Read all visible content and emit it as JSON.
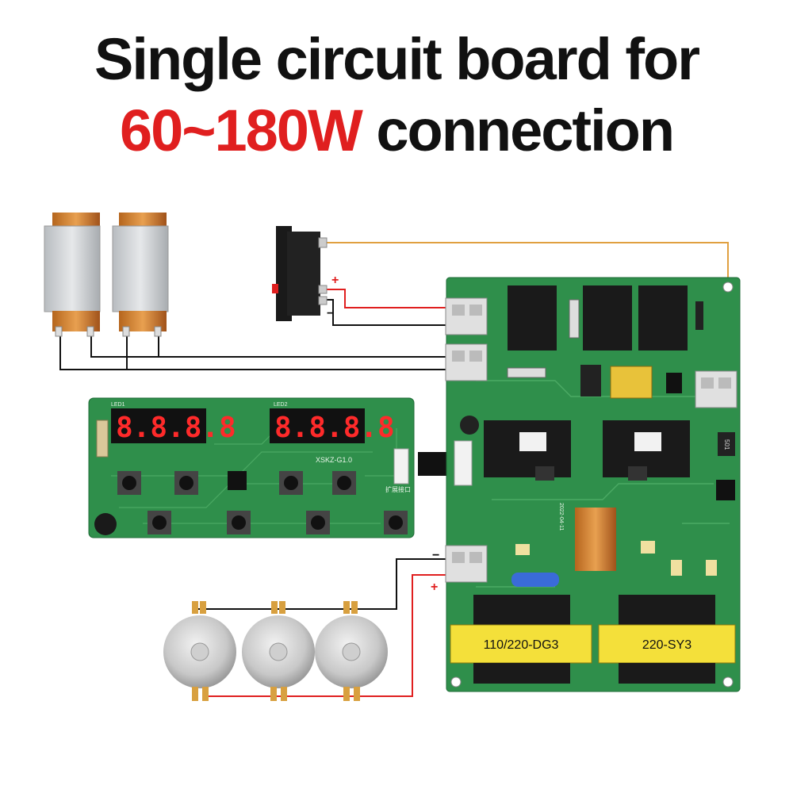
{
  "title": {
    "line1": "Single circuit board for",
    "line2_accent": "60~180W",
    "line2_rest": " connection"
  },
  "colors": {
    "accent": "#e01f1f",
    "pcb": "#2f8f4b",
    "wire_orange": "#e0a040",
    "wire_red": "#e01f1f",
    "wire_black": "#111111"
  },
  "display_board": {
    "model_label": "XSKZ-G1.0",
    "led1_label": "LED1",
    "led2_label": "LED2",
    "display1": "8.8.8.8",
    "display2": "8.8.8.8",
    "expansion_label": "扩展接口"
  },
  "main_board": {
    "transformer_left": "110/220-DG3",
    "transformer_right": "220-SY3",
    "varistor_label": "501",
    "date_label": "2022-04-11"
  },
  "polarity": {
    "plus": "+",
    "minus": "−"
  }
}
